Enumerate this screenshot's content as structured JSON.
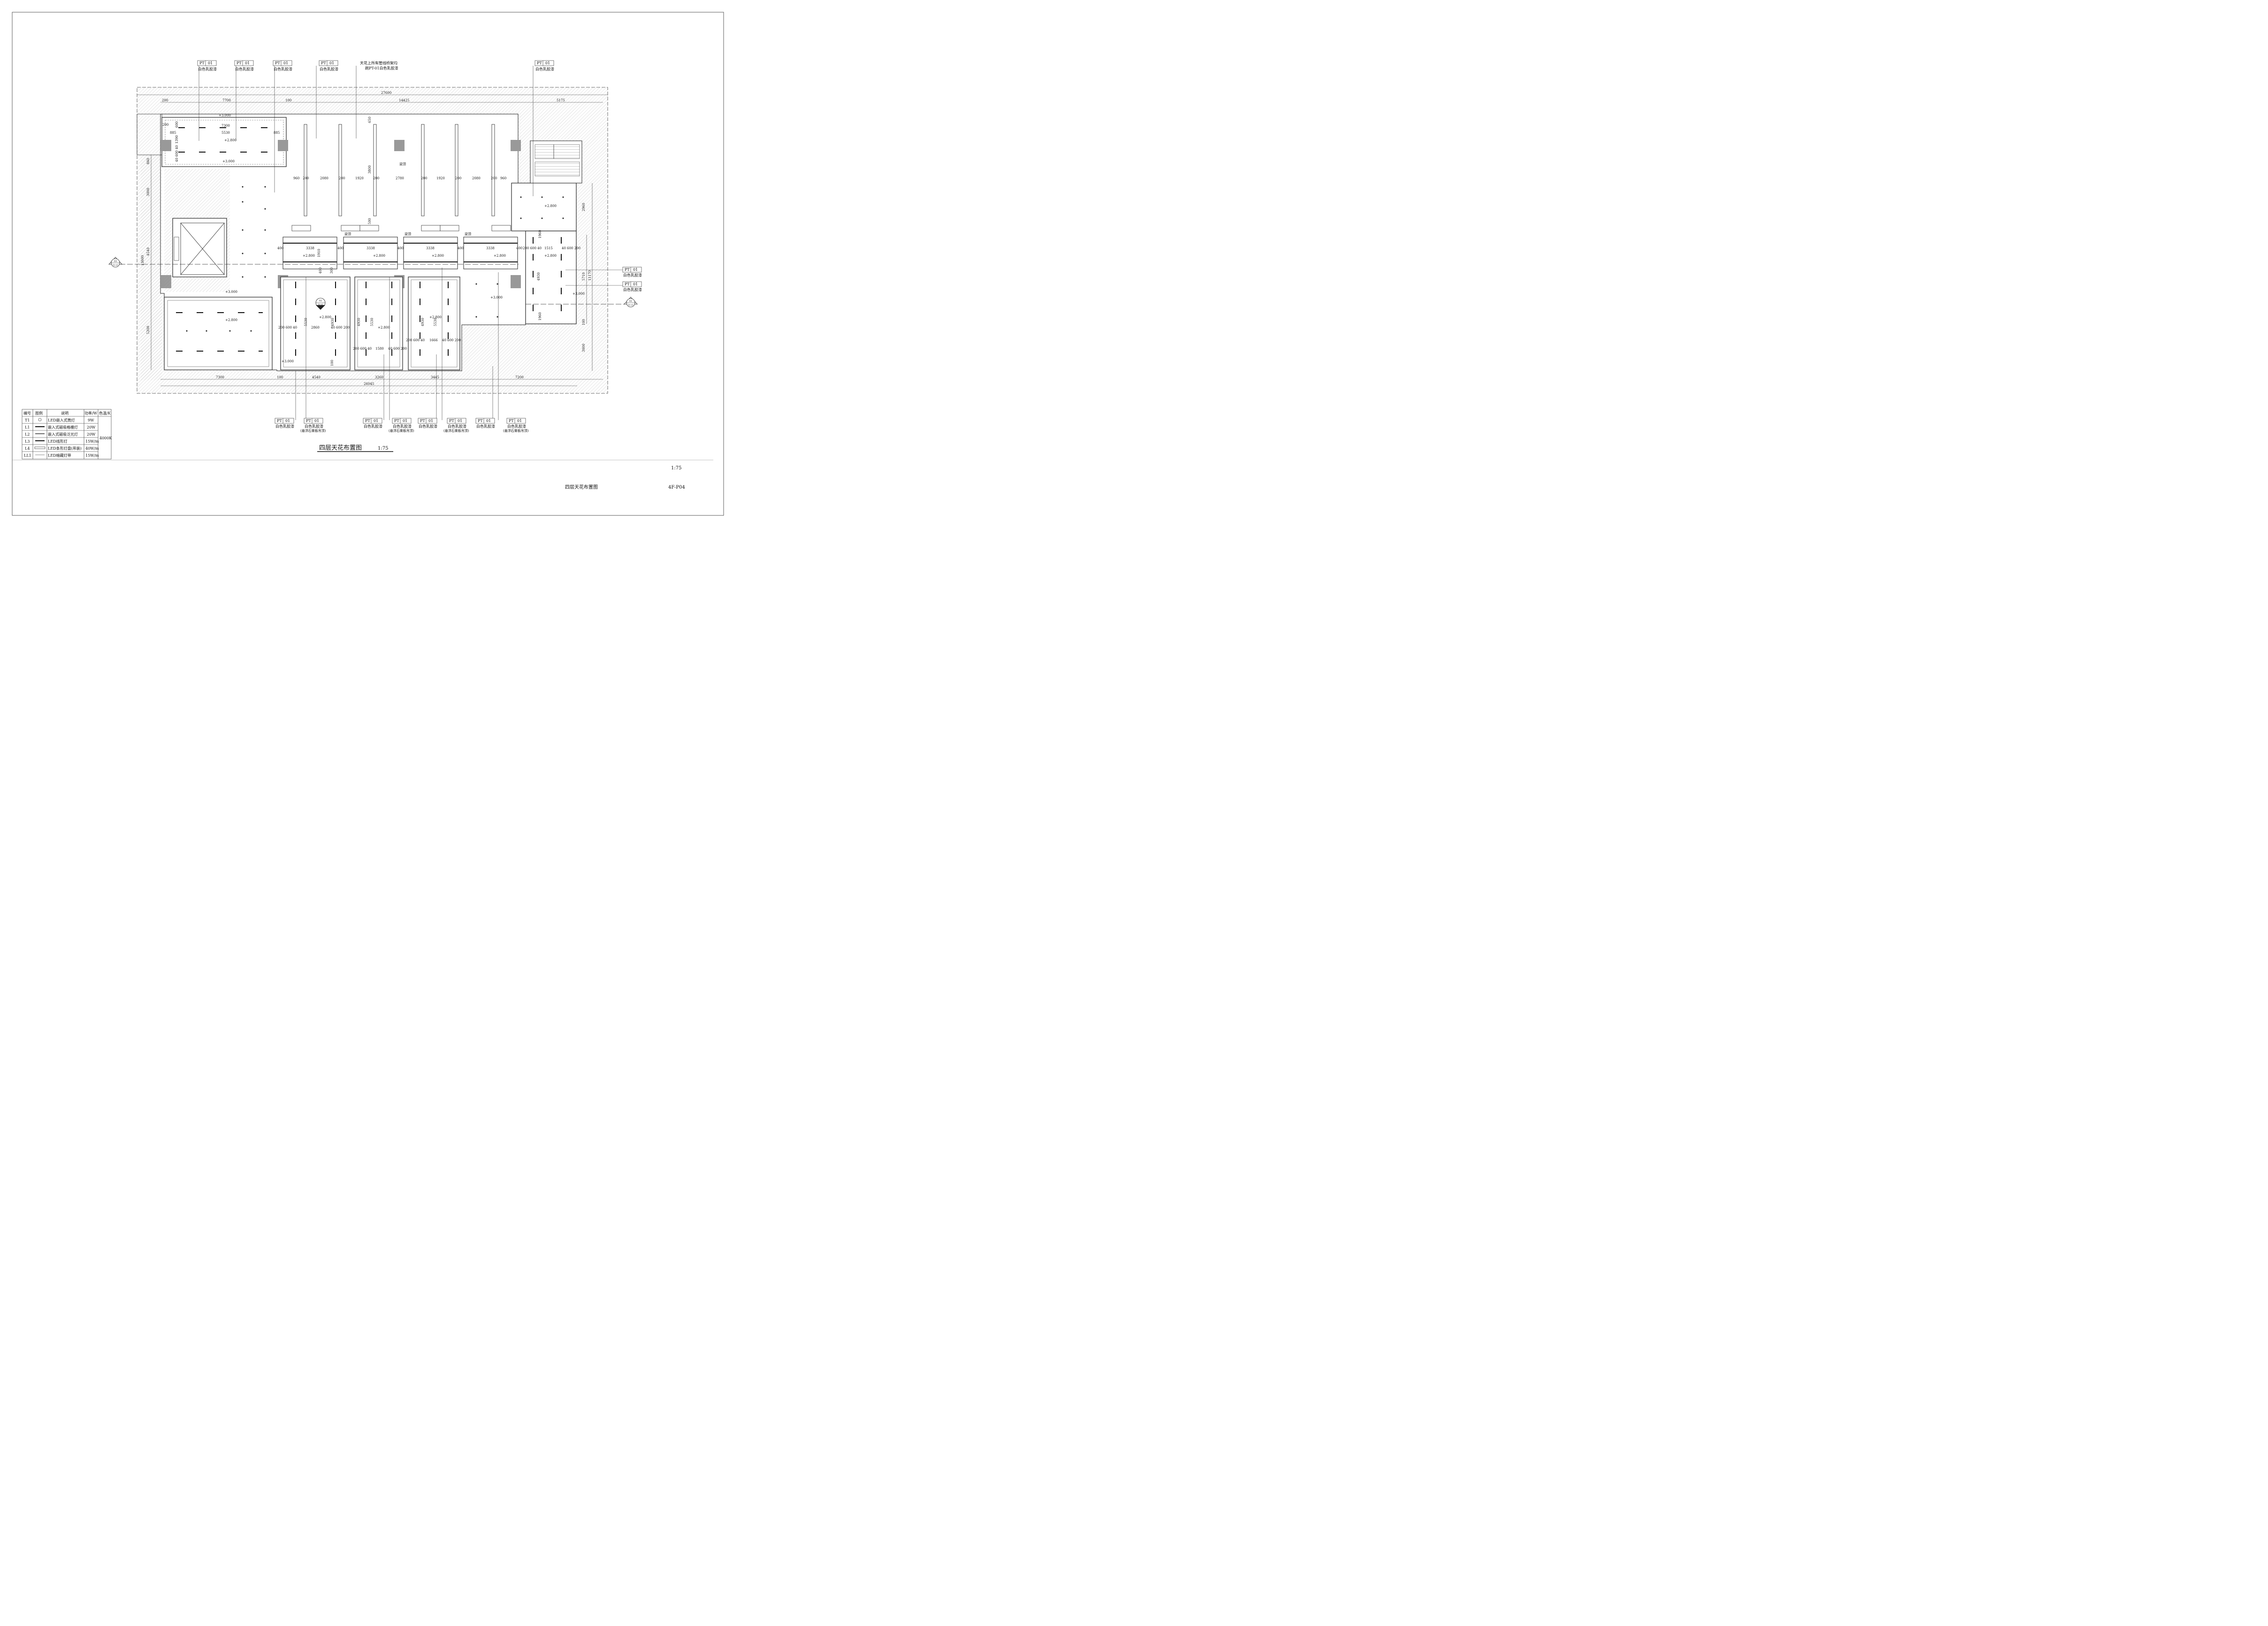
{
  "sheet": {
    "title": "四层天花布置图",
    "scale": "1:75",
    "title_block_scale": "1:75",
    "title_block_name": "四层天花布置图",
    "drawing_no": "4F-P04"
  },
  "callouts_top": [
    {
      "code": "PT",
      "num": "01",
      "text": "白色乳胶漆"
    },
    {
      "code": "PT",
      "num": "01",
      "text": "白色乳胶漆"
    },
    {
      "code": "PT",
      "num": "01",
      "text": "白色乳胶漆"
    },
    {
      "code": "PT",
      "num": "01",
      "text": "白色乳胶漆"
    },
    {
      "code": "PT",
      "num": "01",
      "text": "白色乳胶漆"
    }
  ],
  "note_top": {
    "line1": "天花上所有管线桥架均",
    "line2": "刷PT-01白色乳胶漆"
  },
  "callouts_right": [
    {
      "code": "PT",
      "num": "01",
      "text": "白色乳胶漆"
    },
    {
      "code": "PT",
      "num": "01",
      "text": "白色乳胶漆"
    }
  ],
  "callouts_bottom": [
    {
      "code": "PT",
      "num": "01",
      "text": "白色乳胶漆",
      "sub": ""
    },
    {
      "code": "PT",
      "num": "01",
      "text": "白色乳胶漆",
      "sub": "(悬浮石膏板吊顶)"
    },
    {
      "code": "PT",
      "num": "01",
      "text": "白色乳胶漆",
      "sub": ""
    },
    {
      "code": "PT",
      "num": "01",
      "text": "白色乳胶漆",
      "sub": "(悬浮石膏板吊顶)"
    },
    {
      "code": "PT",
      "num": "01",
      "text": "白色乳胶漆",
      "sub": ""
    },
    {
      "code": "PT",
      "num": "01",
      "text": "白色乳胶漆",
      "sub": "(悬浮石膏板吊顶)"
    },
    {
      "code": "PT",
      "num": "01",
      "text": "白色乳胶漆",
      "sub": ""
    },
    {
      "code": "PT",
      "num": "01",
      "text": "白色乳胶漆",
      "sub": "(悬浮石膏板吊顶)"
    }
  ],
  "dims_top": {
    "total": "27600",
    "a": "7700",
    "b": "14425",
    "c": "5175",
    "d": "100",
    "e": "200"
  },
  "dims_bottom": {
    "total": "26045",
    "a": "7300",
    "b": "4540",
    "c": "3260",
    "d": "3445",
    "e": "7200",
    "f": "100"
  },
  "dims_left": {
    "a": "860",
    "b": "3000",
    "c": "4540",
    "d": "13600",
    "e": "5200"
  },
  "dims_right": {
    "a": "2960",
    "b": "5710",
    "c": "11170",
    "d": "3000",
    "e": "100"
  },
  "dims_room1": {
    "a": "7300",
    "b": "5530",
    "c": "885",
    "d": "885",
    "e": "600",
    "f": "1390",
    "g": "40 600 40",
    "h": "200"
  },
  "dims_beams": [
    "960",
    "200",
    "2080",
    "200",
    "1920",
    "200",
    "2780",
    "200",
    "1920",
    "200",
    "2080",
    "200",
    "960"
  ],
  "dims_mid": [
    "400",
    "3338",
    "400",
    "3338",
    "400",
    "3338",
    "400",
    "3338",
    "400",
    "200 600 40",
    "1515",
    "40 600 200"
  ],
  "dims_inner": {
    "a": "200 600 40",
    "b": "2860",
    "c": "40 600 200",
    "d": "200 600 40",
    "e": "1580",
    "f": "40 600 200",
    "g": "200 600 40",
    "h": "1666",
    "i": "40 600 200",
    "j": "5530",
    "k": "4930",
    "l": "5530",
    "m": "4930",
    "n": "4930",
    "o": "5530",
    "p": "4930",
    "q": "1910",
    "r": "400",
    "s": "3800",
    "t": "500",
    "u": "650",
    "v": "1960",
    "w": "1960",
    "x": "300",
    "y": "100"
  },
  "levels": [
    "+3.000",
    "+2.800",
    "+3.000",
    "+2.800",
    "+2.800",
    "+2.800",
    "+2.800",
    "+2.800",
    "+2.800",
    "+3.000",
    "+2.800",
    "+2.800",
    "+2.800",
    "+2.800",
    "+3.000",
    "+3.000",
    "+3.000"
  ],
  "tags": {
    "beam": "梁顶",
    "beam2": "梁顶",
    "beam3": "梁顶",
    "beam4": "梁顶"
  },
  "section_marks": [
    {
      "num": "03",
      "ref": "T0-01"
    },
    {
      "num": "01",
      "ref": "T0-01"
    },
    {
      "num": "02",
      "ref": "T0-01"
    }
  ],
  "legend": {
    "headers": [
      "编号",
      "图例",
      "说明",
      "功率/W",
      "色温/K"
    ],
    "rows": [
      {
        "code": "T1",
        "desc": "LED嵌入式筒灯",
        "power": "9W"
      },
      {
        "code": "L1",
        "desc": "嵌入式磁吸格栅灯",
        "power": "20W"
      },
      {
        "code": "L2",
        "desc": "嵌入式磁吸泛光灯",
        "power": "20W"
      },
      {
        "code": "L3",
        "desc": "LED线形灯",
        "power": "15W/m"
      },
      {
        "code": "L4",
        "desc": "LED条形灯盘(吊装)",
        "power": "40W/m"
      },
      {
        "code": "LL1",
        "desc": "LED暗藏灯带",
        "power": "15W/m"
      }
    ],
    "color_temp": "4000K"
  }
}
